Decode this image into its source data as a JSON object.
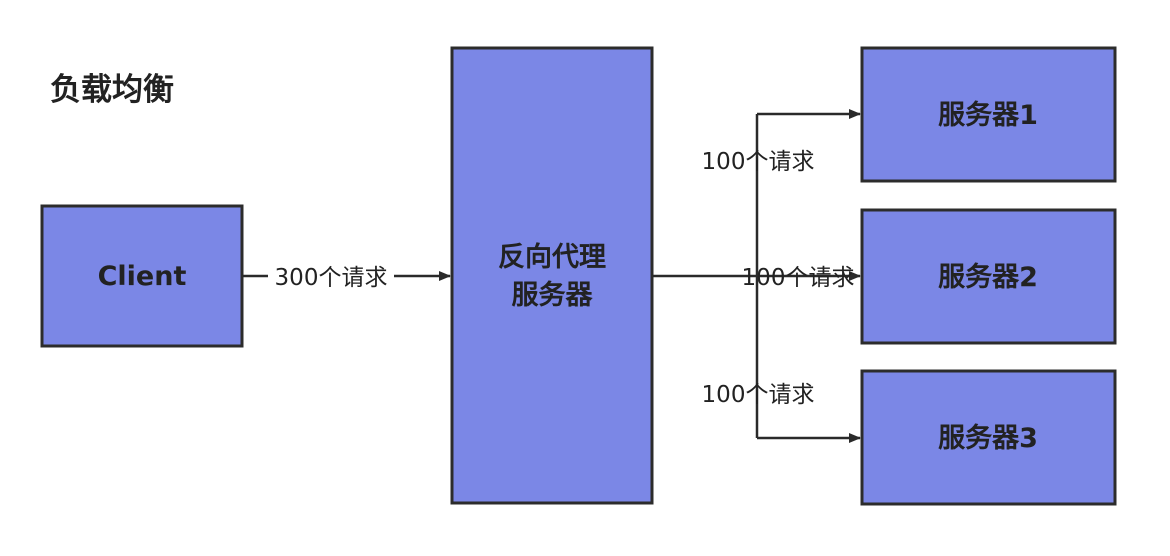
{
  "title": "负载均衡",
  "nodes": {
    "client": "Client",
    "proxy_line1": "反向代理",
    "proxy_line2": "服务器",
    "server1": "服务器1",
    "server2": "服务器2",
    "server3": "服务器3"
  },
  "edges": {
    "client_to_proxy": "300个请求",
    "proxy_to_server1": "100个请求",
    "proxy_to_server2": "100个请求",
    "proxy_to_server3": "100个请求"
  },
  "colors": {
    "box_fill": "#7b87e6",
    "stroke": "#2c2c2c",
    "text": "#222222"
  }
}
